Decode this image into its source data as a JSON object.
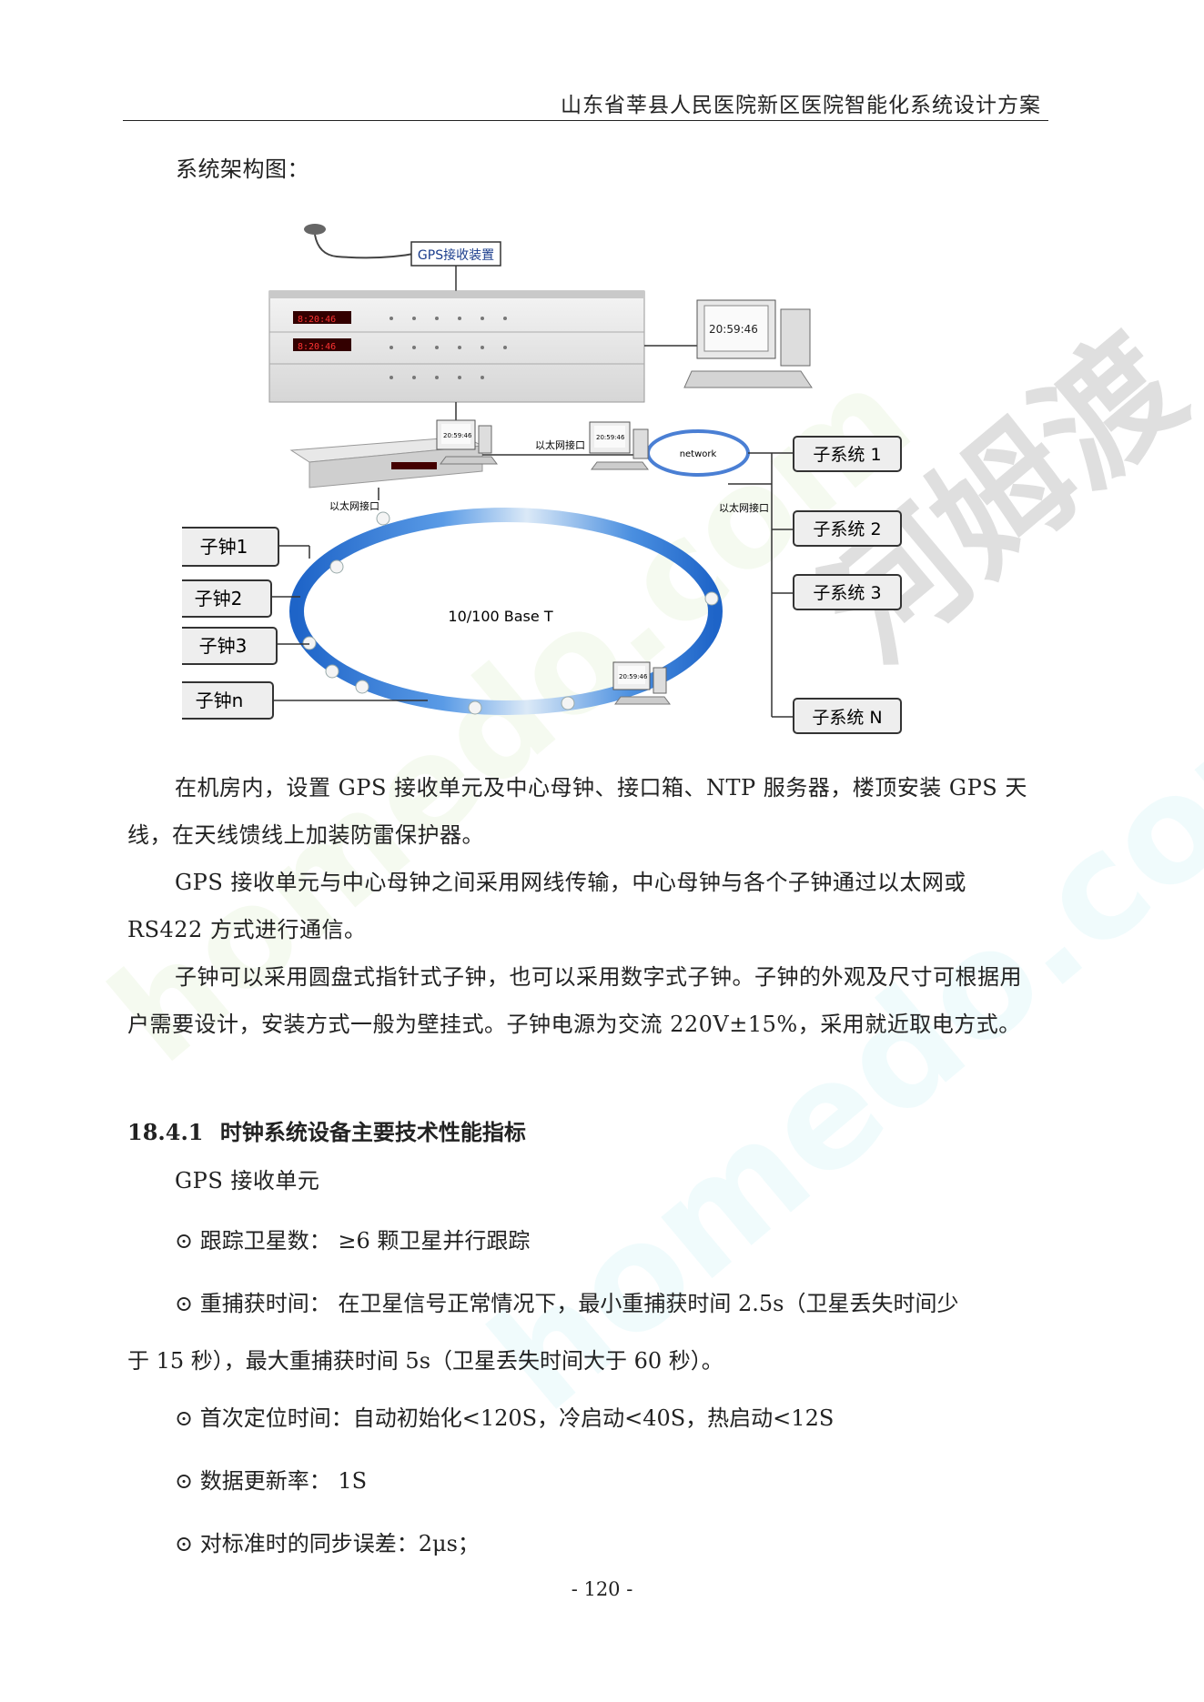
{
  "header": {
    "title": "山东省莘县人民医院新区医院智能化系统设计方案"
  },
  "intro_label": "系统架构图：",
  "diagram": {
    "gps_device": "GPS接收装置",
    "monitor_time": "20:59:46",
    "ethernet_interface": "以太网接口",
    "network_label": "network",
    "ring_label": "10/100 Base T",
    "sub_clocks": [
      "子钟1",
      "子钟2",
      "子钟3",
      "子钟n"
    ],
    "subsystems": [
      "子系统 1",
      "子系统 2",
      "子系统 3",
      "子系统 N"
    ]
  },
  "paragraphs": [
    "在机房内，设置 GPS 接收单元及中心母钟、接口箱、NTP 服务器，楼顶安装 GPS 天线，在天线馈线上加装防雷保护器。",
    "GPS 接收单元与中心母钟之间采用网线传输，中心母钟与各个子钟通过以太网或 RS422 方式进行通信。",
    "子钟可以采用圆盘式指针式子钟，也可以采用数字式子钟。子钟的外观及尺寸可根据用户需要设计，安装方式一般为壁挂式。子钟电源为交流 220V±15%，采用就近取电方式。"
  ],
  "section": {
    "number": "18.4.1",
    "title": "时钟系统设备主要技术性能指标"
  },
  "gps_unit_label": "GPS 接收单元",
  "specs": [
    "⊙ 跟踪卫星数：  ≥6 颗卫星并行跟踪",
    "⊙ 重捕获时间：  在卫星信号正常情况下，最小重捕获时间 2.5s（卫星丢失时间少",
    "于 15 秒），最大重捕获时间 5s（卫星丢失时间大于 60 秒）。",
    "⊙ 首次定位时间：自动初始化<120S，冷启动<40S，热启动<12S",
    "⊙ 数据更新率：  1S",
    "⊙ 对标准时的同步误差：2μs；"
  ],
  "footer": {
    "page": "- 120 -"
  },
  "watermarks": [
    "homedo.com",
    "河姆渡"
  ]
}
